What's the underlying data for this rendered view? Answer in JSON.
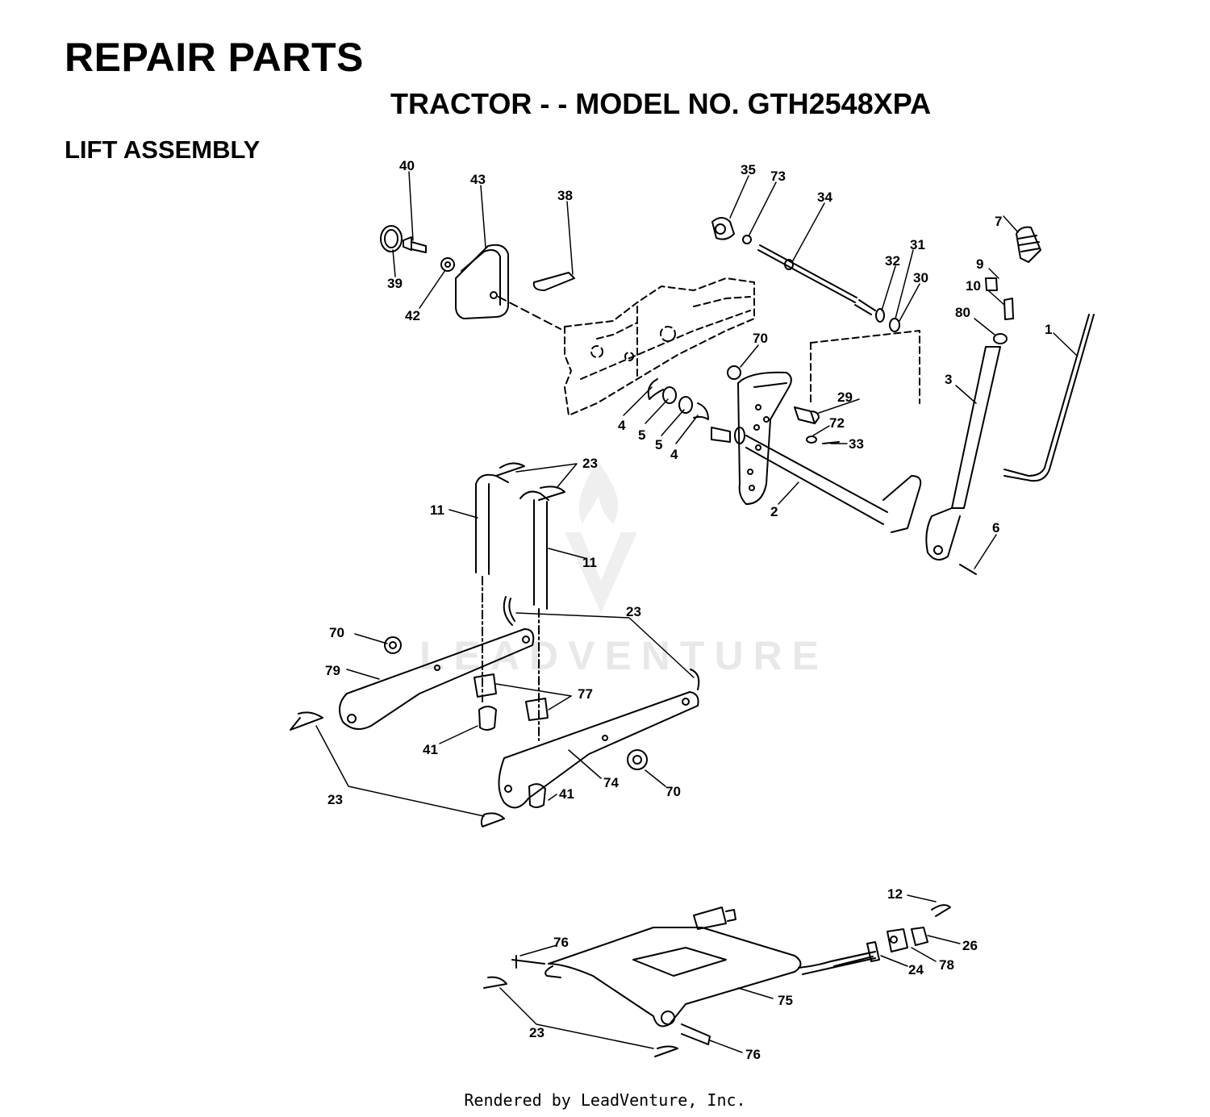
{
  "header": {
    "title": "REPAIR PARTS",
    "subtitle": "TRACTOR - - MODEL NO. GTH2548XPA",
    "section": "LIFT ASSEMBLY"
  },
  "watermark": "LEADVENTURE",
  "footer": "Rendered by LeadVenture, Inc.",
  "callouts": [
    "40",
    "43",
    "38",
    "39",
    "42",
    "35",
    "73",
    "34",
    "7",
    "9",
    "10",
    "80",
    "1",
    "32",
    "31",
    "30",
    "70",
    "29",
    "72",
    "33",
    "4",
    "5",
    "5",
    "4",
    "3",
    "2",
    "6",
    "23",
    "11",
    "11",
    "23",
    "70",
    "79",
    "77",
    "41",
    "74",
    "70",
    "41",
    "23",
    "12",
    "76",
    "26",
    "78",
    "24",
    "75",
    "23",
    "76"
  ],
  "colors": {
    "ink": "#000000",
    "watermark": "#e6e6e6"
  }
}
